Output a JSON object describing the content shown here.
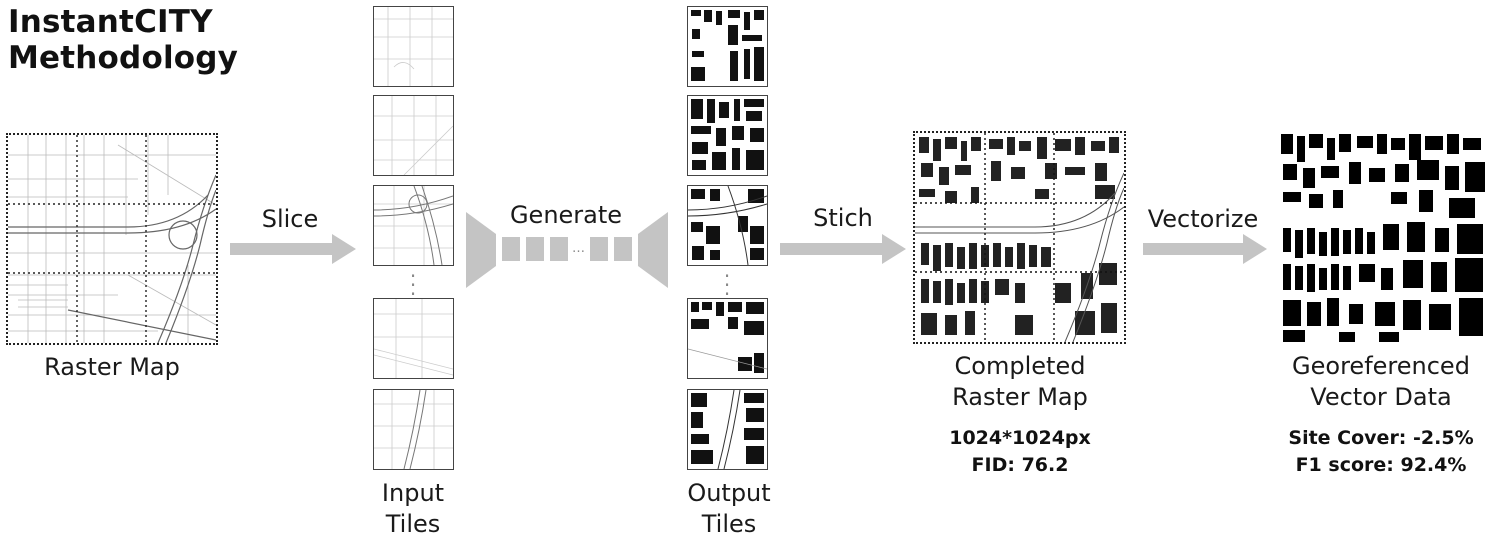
{
  "title": {
    "line1": "InstantCITY",
    "line2": "Methodology"
  },
  "stages": {
    "raster_map": "Raster Map",
    "input_tiles": {
      "line1": "Input",
      "line2": "Tiles"
    },
    "output_tiles": {
      "line1": "Output",
      "line2": "Tiles"
    },
    "completed": {
      "line1": "Completed",
      "line2": "Raster Map"
    },
    "vector": {
      "line1": "Georeferenced",
      "line2": "Vector Data"
    }
  },
  "arrows": {
    "slice": "Slice",
    "generate": "Generate",
    "stich": "Stich",
    "vectorize": "Vectorize"
  },
  "metrics": {
    "completed": {
      "resolution": "1024*1024px",
      "fid": "FID: 76.2"
    },
    "vector": {
      "site_cover": "Site Cover: -2.5%",
      "f1": "F1 score: 92.4%"
    }
  },
  "colors": {
    "arrow": "#c4c4c4",
    "ink": "#111111",
    "street": "#b5b5b5"
  }
}
